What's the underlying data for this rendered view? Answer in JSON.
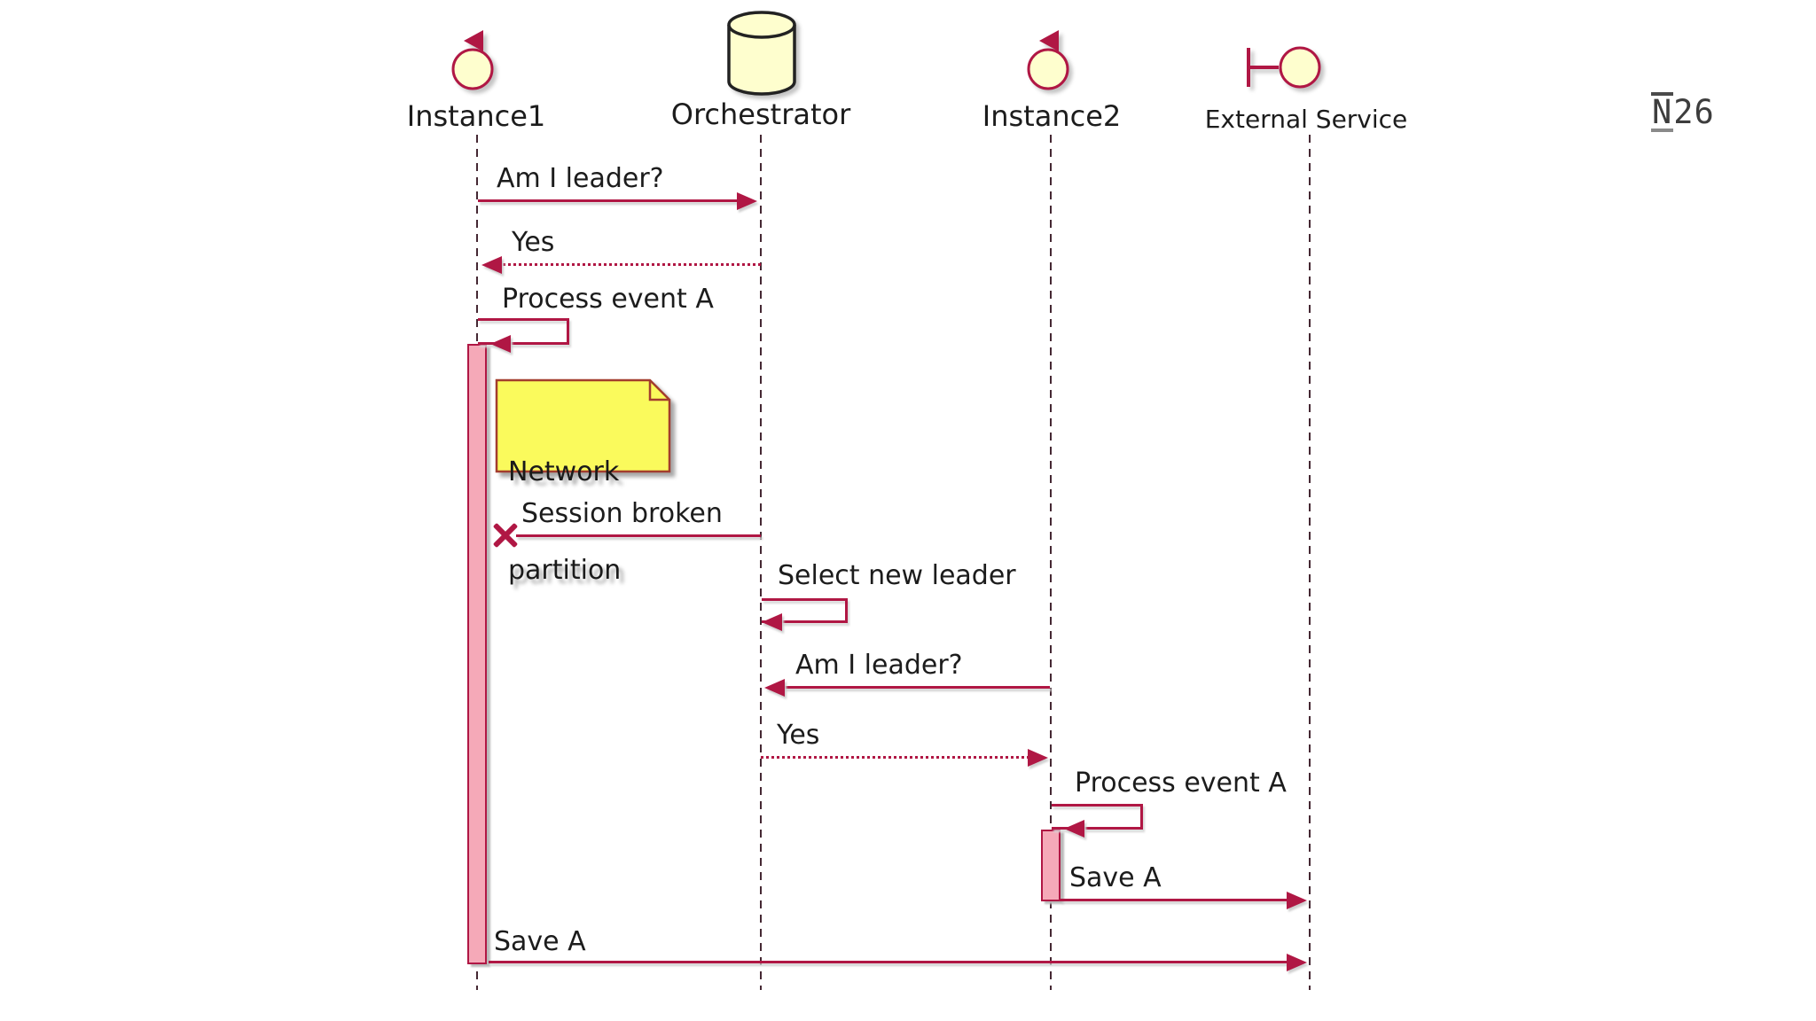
{
  "diagram": {
    "type": "sequence-diagram",
    "participants": [
      {
        "name": "Instance1",
        "icon": "control"
      },
      {
        "name": "Orchestrator",
        "icon": "database"
      },
      {
        "name": "Instance2",
        "icon": "control"
      },
      {
        "name": "External Service",
        "icon": "boundary"
      }
    ],
    "messages": [
      {
        "label": "Am I leader?",
        "from": "Instance1",
        "to": "Orchestrator",
        "style": "solid"
      },
      {
        "label": "Yes",
        "from": "Orchestrator",
        "to": "Instance1",
        "style": "dotted"
      },
      {
        "label": "Process event A",
        "from": "Instance1",
        "to": "Instance1",
        "style": "self"
      },
      {
        "label": "Session broken",
        "from": "Orchestrator",
        "to": "Instance1",
        "style": "lost"
      },
      {
        "label": "Select new leader",
        "from": "Orchestrator",
        "to": "Orchestrator",
        "style": "self"
      },
      {
        "label": "Am I leader?",
        "from": "Instance2",
        "to": "Orchestrator",
        "style": "solid"
      },
      {
        "label": "Yes",
        "from": "Orchestrator",
        "to": "Instance2",
        "style": "dotted"
      },
      {
        "label": "Process event A",
        "from": "Instance2",
        "to": "Instance2",
        "style": "self"
      },
      {
        "label": "Save A",
        "from": "Instance2",
        "to": "External Service",
        "style": "solid"
      },
      {
        "label": "Save A",
        "from": "Instance1",
        "to": "External Service",
        "style": "solid"
      }
    ],
    "note": {
      "attached_to": "Instance1",
      "lines": [
        "Network",
        "partition"
      ]
    },
    "logo": {
      "n": "N",
      "digits": "26"
    },
    "colors": {
      "accent": "#b01744",
      "participant_fill": "#fefece",
      "note_fill": "#fafa5c",
      "note_border": "#a33d2e",
      "activation_fill": "#f5a9b8",
      "lifeline": "#452833",
      "text": "#1c1c1c"
    }
  }
}
